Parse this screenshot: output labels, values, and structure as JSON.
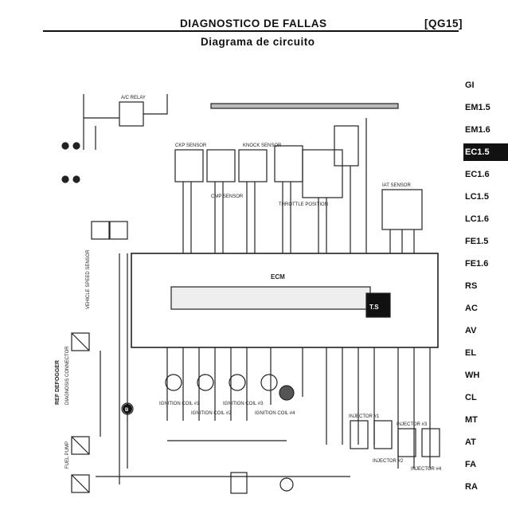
{
  "header": {
    "title": "DIAGNOSTICO DE FALLAS",
    "code": "[QG15]",
    "subtitle": "Diagrama de circuito"
  },
  "tabs": [
    {
      "label": "GI",
      "active": false
    },
    {
      "label": "EM1.5",
      "active": false
    },
    {
      "label": "EM1.6",
      "active": false
    },
    {
      "label": "EC1.5",
      "active": true
    },
    {
      "label": "EC1.6",
      "active": false
    },
    {
      "label": "LC1.5",
      "active": false
    },
    {
      "label": "LC1.6",
      "active": false
    },
    {
      "label": "FE1.5",
      "active": false
    },
    {
      "label": "FE1.6",
      "active": false
    },
    {
      "label": "RS",
      "active": false
    },
    {
      "label": "AC",
      "active": false
    },
    {
      "label": "AV",
      "active": false
    },
    {
      "label": "EL",
      "active": false
    },
    {
      "label": "WH",
      "active": false
    },
    {
      "label": "CL",
      "active": false
    },
    {
      "label": "MT",
      "active": false
    },
    {
      "label": "AT",
      "active": false
    },
    {
      "label": "FA",
      "active": false
    },
    {
      "label": "RA",
      "active": false
    }
  ],
  "diagram": {
    "ecm_label": "ECM",
    "ts_label": "T.S",
    "relay_label": "A/C RELAY",
    "ground_letter": "B",
    "sensors": [
      "CKP SENSOR",
      "CMP SENSOR",
      "KNOCK SENSOR",
      "THROTTLE POSITION",
      "IAT SENSOR"
    ],
    "coils": [
      "IGNITION COIL #1",
      "IGNITION COIL #2",
      "IGNITION COIL #3",
      "IGNITION COIL #4"
    ],
    "injectors": [
      "INJECTOR #1",
      "INJECTOR #2",
      "INJECTOR #3",
      "INJECTOR #4"
    ],
    "left_labels": [
      "VEHICLE SPEED SENSOR",
      "DIAGNOSIS CONNECTOR",
      "FUEL PUMP"
    ],
    "notice": "REF DEFOGGER"
  }
}
